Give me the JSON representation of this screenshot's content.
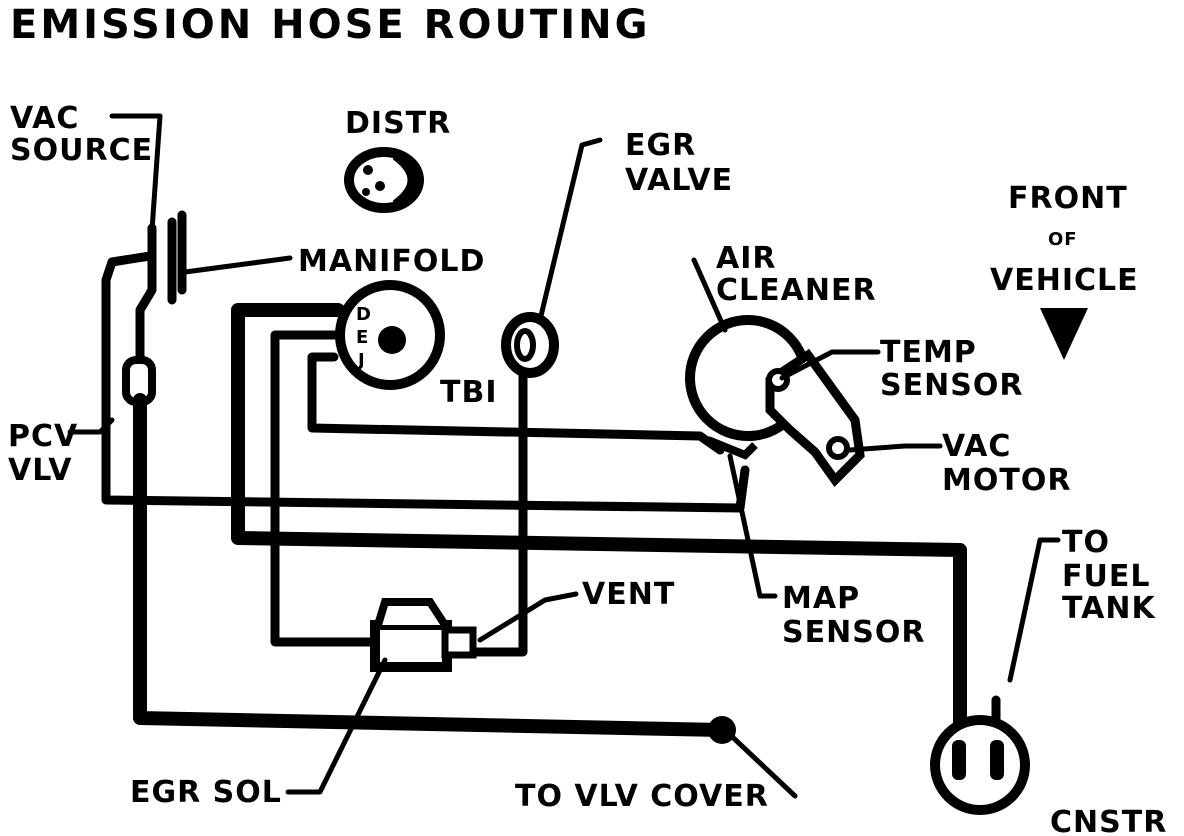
{
  "title": "EMISSION HOSE ROUTING",
  "labels": {
    "vac_source_1": "VAC",
    "vac_source_2": "SOURCE",
    "distr": "DISTR",
    "egr_valve_1": "EGR",
    "egr_valve_2": "VALVE",
    "front_1": "FRONT",
    "front_2": "OF",
    "front_3": "VEHICLE",
    "manifold": "MANIFOLD",
    "air_cleaner_1": "AIR",
    "air_cleaner_2": "CLEANER",
    "tbi": "TBI",
    "tbi_d": "D",
    "tbi_e": "E",
    "tbi_j": "J",
    "temp_sensor_1": "TEMP",
    "temp_sensor_2": "SENSOR",
    "pcv_vlv_1": "PCV",
    "pcv_vlv_2": "VLV",
    "vac_motor_1": "VAC",
    "vac_motor_2": "MOTOR",
    "to_fuel_tank_1": "TO",
    "to_fuel_tank_2": "FUEL",
    "to_fuel_tank_3": "TANK",
    "vent": "VENT",
    "map_sensor_1": "MAP",
    "map_sensor_2": "SENSOR",
    "egr_sol": "EGR SOL",
    "to_vlv_cover": "TO VLV COVER",
    "cnstr": "CNSTR"
  },
  "colors": {
    "ink": "#000000",
    "paper": "#ffffff"
  },
  "icons": {
    "front_arrow": "down-arrow-icon"
  }
}
